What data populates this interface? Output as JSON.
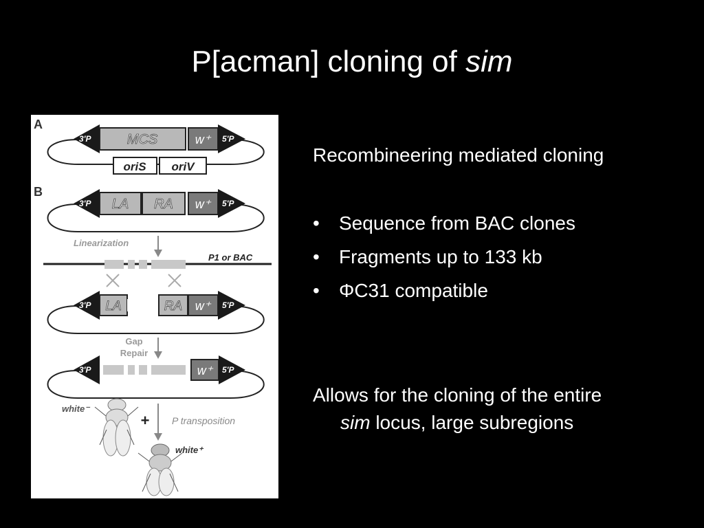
{
  "slide": {
    "title_main": "P[acman] cloning of ",
    "title_italic": "sim",
    "heading": "Recombineering mediated cloning",
    "bullets": [
      "Sequence from BAC clones",
      "Fragments up to 133 kb",
      "ΦC31 compatible"
    ],
    "allows_line1": "Allows for the cloning of the entire",
    "allows_italic": "sim",
    "allows_line2_rest": " locus, large subregions"
  },
  "figure": {
    "panel_a": "A",
    "panel_b": "B",
    "left_end": "3'P",
    "right_end": "5'P",
    "mcs": "MCS",
    "white_marker": "w⁺",
    "oris": "oriS",
    "oriv": "oriV",
    "la": "LA",
    "ra": "RA",
    "linearization": "Linearization",
    "p1_bac": "P1 or BAC",
    "gap": "Gap",
    "repair": "Repair",
    "white_minus": "white⁻",
    "plus": "+",
    "p_transposition": "P transposition",
    "white_plus": "white⁺"
  },
  "colors": {
    "background": "#000000",
    "text": "#ffffff",
    "box_fill": "#b8b8b8",
    "marker_fill": "#7a7a7a"
  }
}
